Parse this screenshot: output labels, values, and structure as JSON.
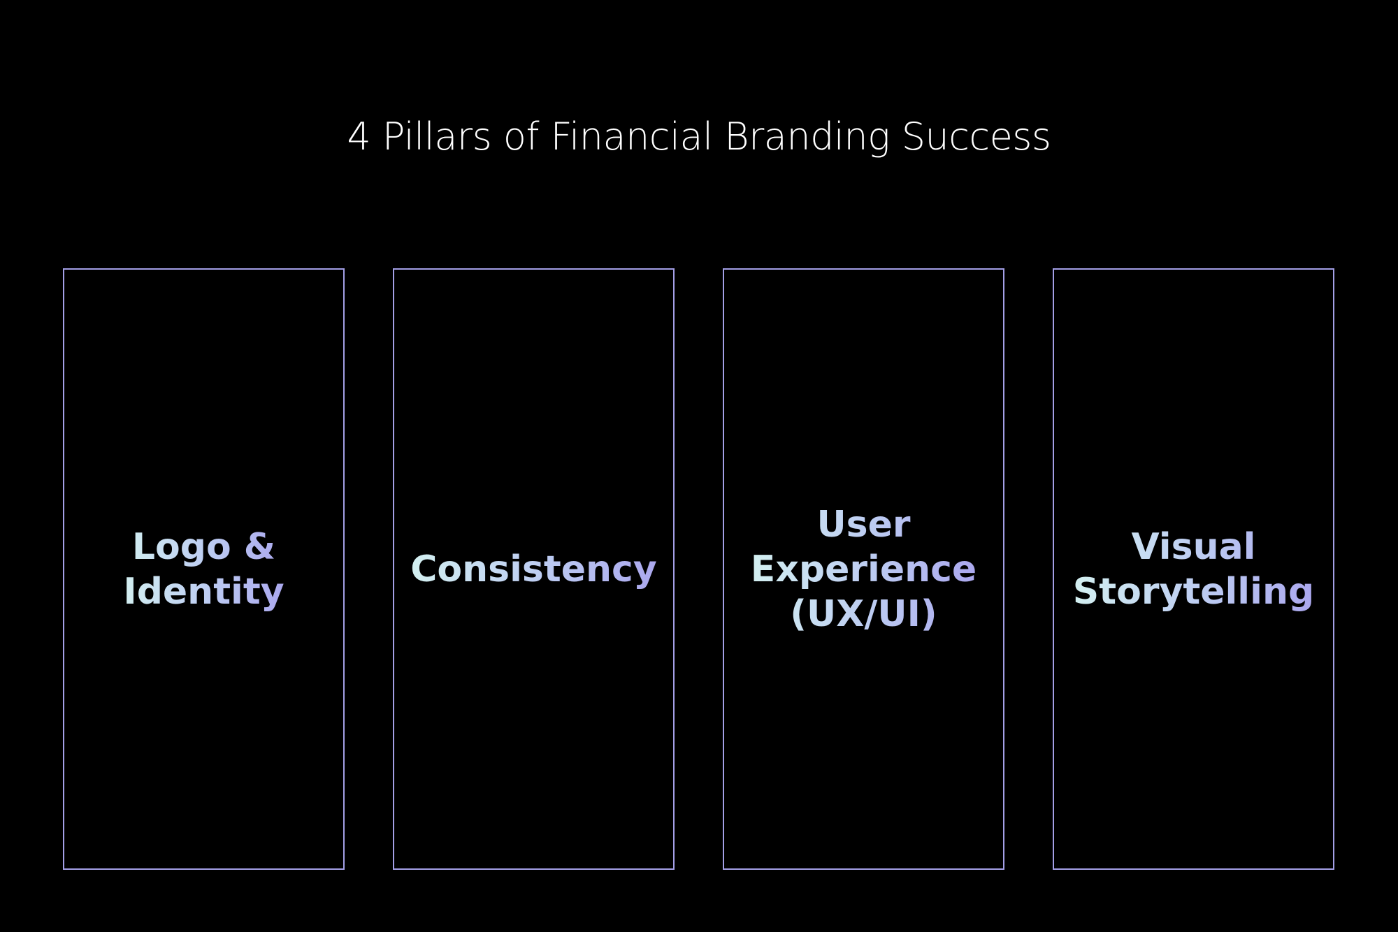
{
  "title": "4 Pillars of Financial Branding Success",
  "pillars": [
    {
      "label": "Logo &\nIdentity"
    },
    {
      "label": "Consistency"
    },
    {
      "label": "User\nExperience\n(UX/UI)"
    },
    {
      "label": "Visual\nStorytelling"
    }
  ],
  "colors": {
    "background": "#000000",
    "title_text": "#ffffff",
    "box_border": "#a39fe6",
    "label_gradient_start": "#d4f1f1",
    "label_gradient_end": "#aaa6ee"
  }
}
